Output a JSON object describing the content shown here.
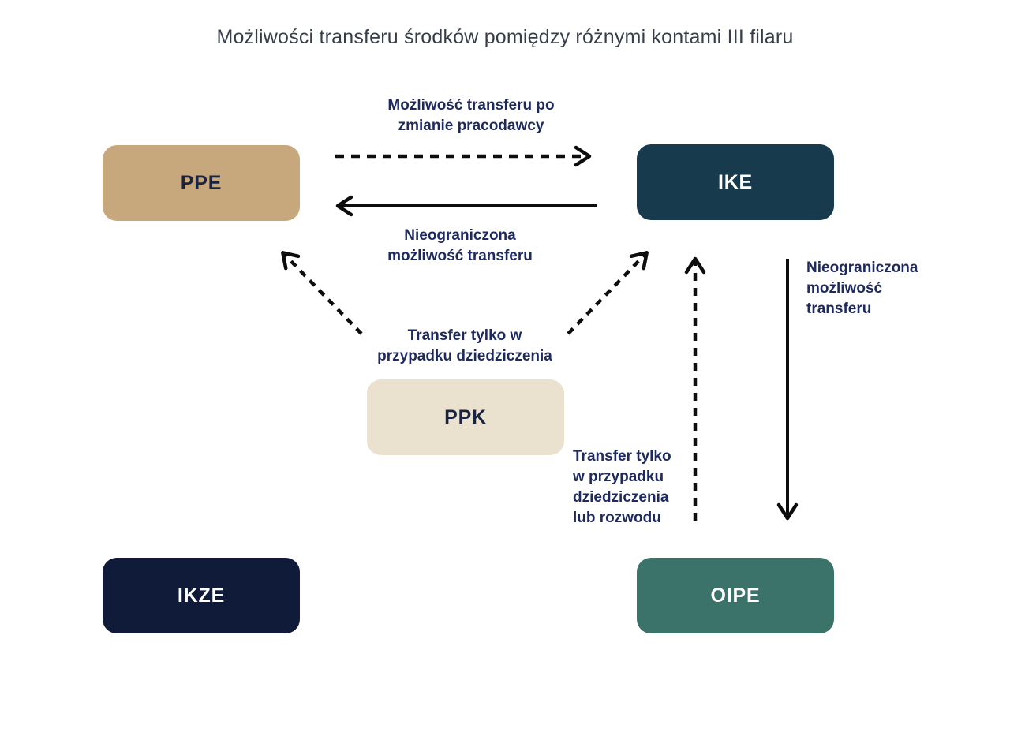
{
  "title": "Możliwości transferu środków pomiędzy różnymi kontami III filaru",
  "palette": {
    "ppe_bg": "#c6a87c",
    "ike_bg": "#173a4c",
    "ppk_bg": "#eae2ce",
    "ikze_bg": "#101b39",
    "oipe_bg": "#3b7269",
    "dark_node_text": "#1a2440",
    "light_node_text": "#ffffff",
    "edge_label_text": "#1e2a5e",
    "arrow": "#0d0d0d",
    "title_text": "#373d49",
    "background": "#ffffff"
  },
  "nodes": {
    "ppe": {
      "label": "PPE"
    },
    "ike": {
      "label": "IKE"
    },
    "ppk": {
      "label": "PPK"
    },
    "ikze": {
      "label": "IKZE"
    },
    "oipe": {
      "label": "OIPE"
    }
  },
  "edges": {
    "ppe_to_ike": {
      "from": "PPE",
      "to": "IKE",
      "line": "dashed",
      "label": "Możliwość transferu po\nzmianie pracodawcy"
    },
    "ike_to_ppe": {
      "from": "IKE",
      "to": "PPE",
      "line": "solid",
      "label": "Nieograniczona\nmożliwość transferu"
    },
    "ppk_to_ppe": {
      "from": "PPK",
      "to": "PPE",
      "line": "dashed",
      "label": "Transfer tylko w\nprzypadku dziedziczenia"
    },
    "ppk_to_ike": {
      "from": "PPK",
      "to": "IKE",
      "line": "dashed",
      "label": "Transfer tylko w\nprzypadku dziedziczenia"
    },
    "oipe_to_ike": {
      "from": "OIPE",
      "to": "IKE",
      "line": "dashed",
      "label": "Transfer tylko\nw przypadku\ndziedziczenia\nlub rozwodu"
    },
    "ike_to_oipe": {
      "from": "IKE",
      "to": "OIPE",
      "line": "solid",
      "label": "Nieograniczona\nmożliwość\ntransferu"
    }
  }
}
